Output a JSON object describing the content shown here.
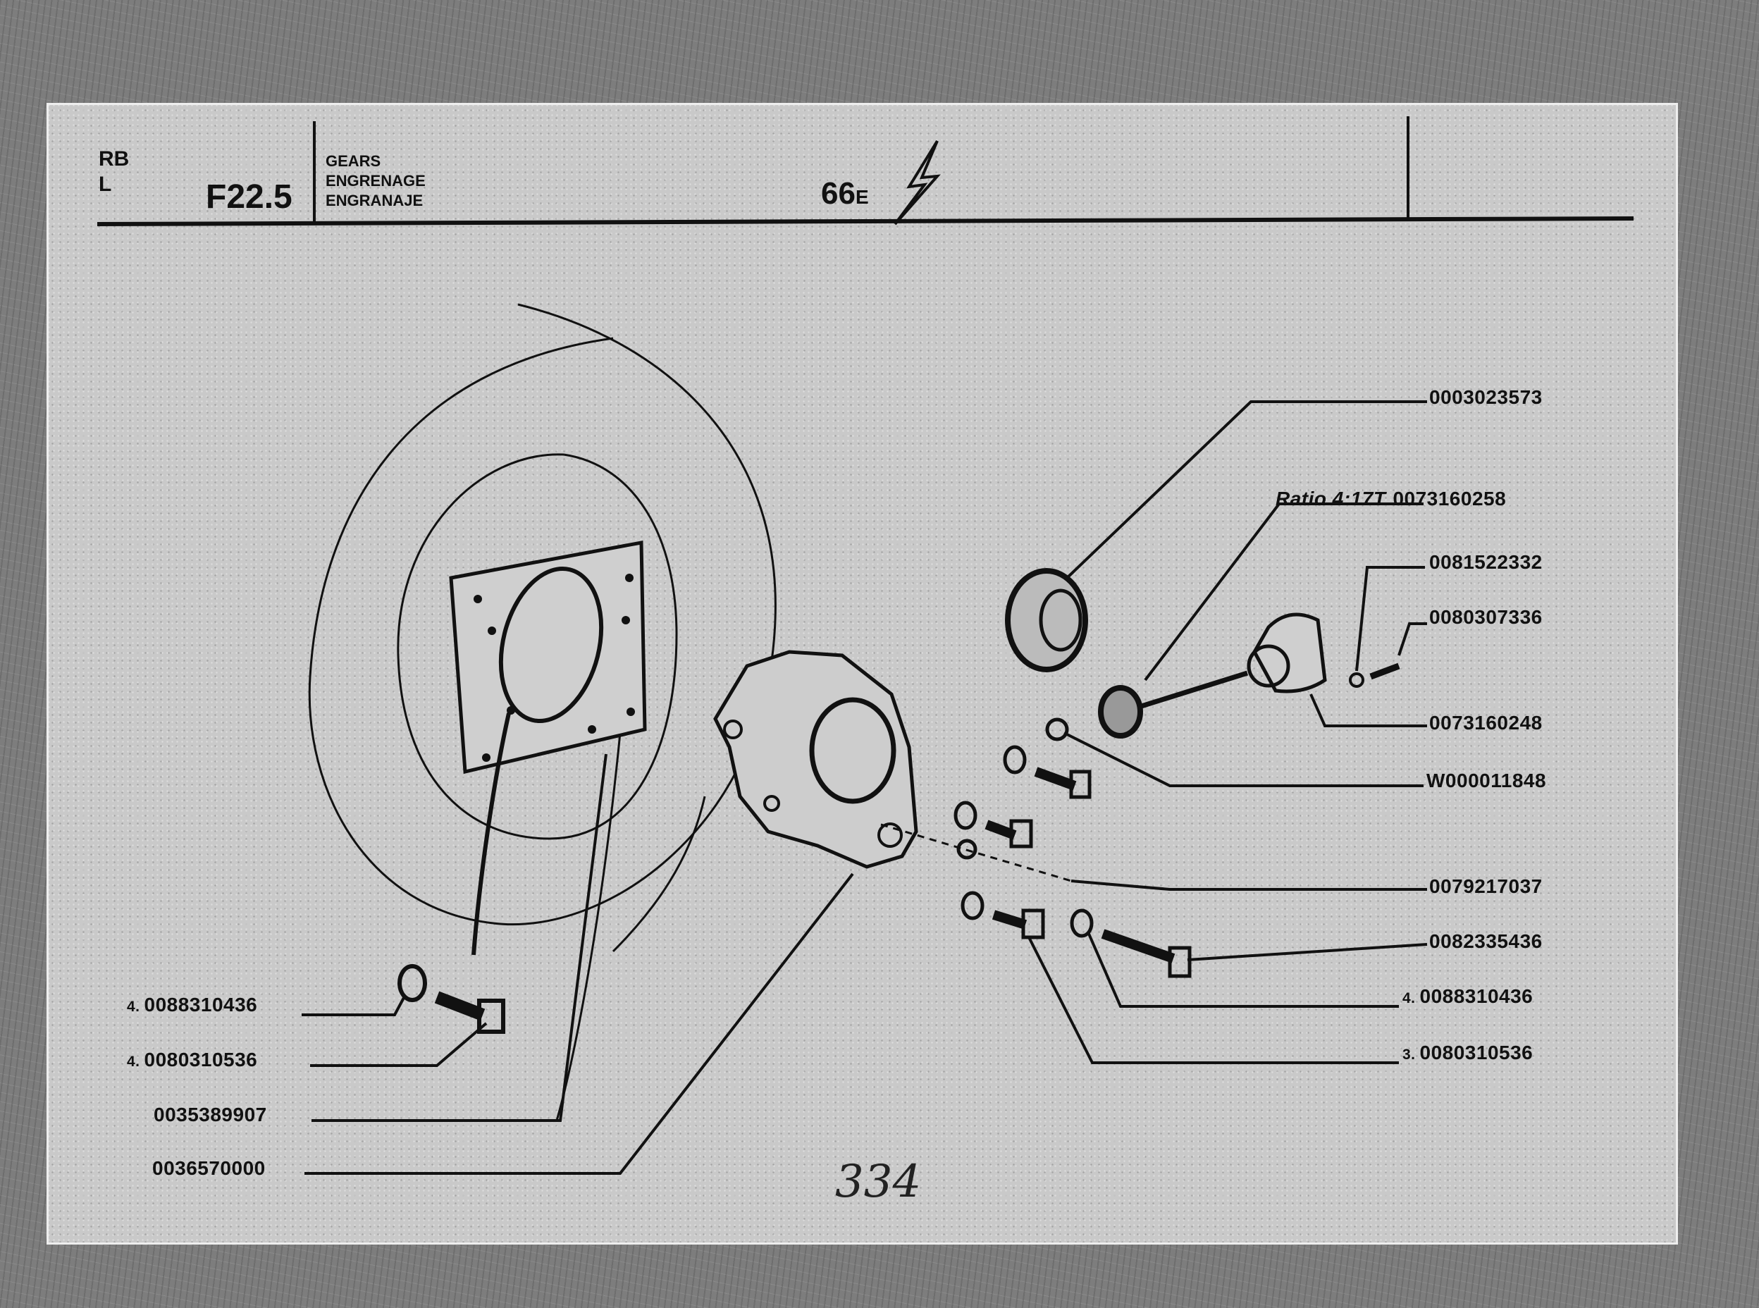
{
  "header": {
    "codes": [
      "RB",
      "L"
    ],
    "section": "F22.5",
    "titles": [
      "GEARS",
      "ENGRENAGE",
      "ENGRANAJE"
    ],
    "model": "66",
    "model_suffix": "E"
  },
  "parts_right": [
    {
      "id": "p1",
      "qty": "",
      "prefix": "",
      "number": "0003023573"
    },
    {
      "id": "p2",
      "qty": "",
      "prefix": "Ratio 4:17T",
      "number": "0073160258"
    },
    {
      "id": "p3",
      "qty": "",
      "prefix": "",
      "number": "0081522332"
    },
    {
      "id": "p4",
      "qty": "",
      "prefix": "",
      "number": "0080307336"
    },
    {
      "id": "p5",
      "qty": "",
      "prefix": "",
      "number": "0073160248"
    },
    {
      "id": "p6",
      "qty": "",
      "prefix": "",
      "number": "W000011848"
    },
    {
      "id": "p7",
      "qty": "",
      "prefix": "",
      "number": "0079217037"
    },
    {
      "id": "p8",
      "qty": "",
      "prefix": "",
      "number": "0082335436"
    },
    {
      "id": "p9",
      "qty": "4.",
      "prefix": "",
      "number": "0088310436"
    },
    {
      "id": "p10",
      "qty": "3.",
      "prefix": "",
      "number": "0080310536"
    }
  ],
  "parts_left": [
    {
      "id": "l1",
      "qty": "4.",
      "number": "0088310436"
    },
    {
      "id": "l2",
      "qty": "4.",
      "number": "0080310536"
    },
    {
      "id": "l3",
      "qty": "",
      "number": "0035389907"
    },
    {
      "id": "l4",
      "qty": "",
      "number": "0036570000"
    }
  ],
  "page_number": "334"
}
